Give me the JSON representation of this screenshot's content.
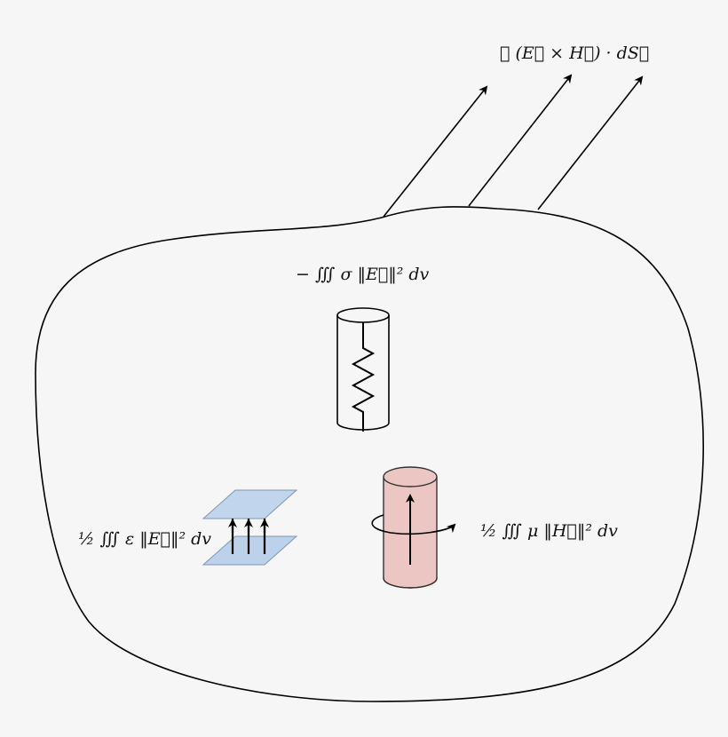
{
  "diagram": {
    "poynting_label": "∯ (E⃗ × H⃗) · dS⃗",
    "joule_label": "− ∭ σ ‖E⃗‖² dv",
    "electric_label": "½ ∭ ε ‖E⃗‖² dv",
    "magnetic_label": "½ ∭ μ ‖H⃗‖² dv",
    "colors": {
      "line": "#000000",
      "capacitor_plate": "#bcd2ea",
      "capacitor_edge": "#7f95b0",
      "inductor_fill": "#ebc6c2",
      "inductor_edge": "#333333",
      "background": "#f6f6f6"
    }
  }
}
